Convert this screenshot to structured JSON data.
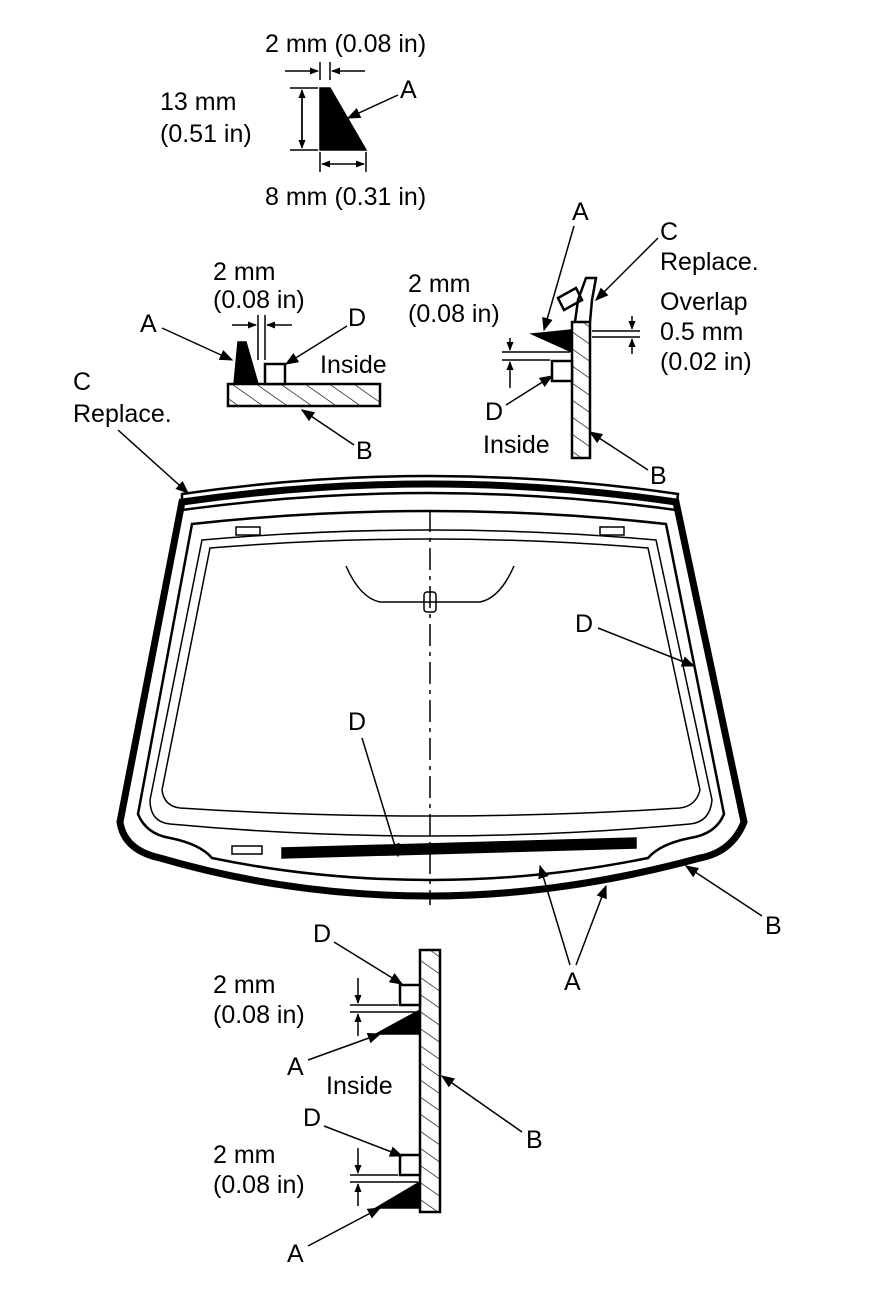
{
  "top_profile": {
    "width_top": "2 mm (0.08 in)",
    "height_line1": "13 mm",
    "height_line2": "(0.51 in)",
    "width_bottom": "8 mm (0.31 in)",
    "label": "A"
  },
  "left_section": {
    "gap_line1": "2 mm",
    "gap_line2": "(0.08 in)",
    "label_a": "A",
    "label_d": "D",
    "inside": "Inside",
    "label_b": "B"
  },
  "molding_callout": {
    "label": "C",
    "note": "Replace."
  },
  "right_section": {
    "label_a": "A",
    "label_c": "C",
    "note_c": "Replace.",
    "gap_line1": "2 mm",
    "gap_line2": "(0.08 in)",
    "overlap_line1": "Overlap",
    "overlap_line2": "0.5 mm",
    "overlap_line3": "(0.02 in)",
    "label_d": "D",
    "inside": "Inside",
    "label_b": "B"
  },
  "windshield": {
    "label_d_right": "D",
    "label_d_bottom": "D",
    "label_b": "B",
    "label_a": "A"
  },
  "bottom_section": {
    "label_d1": "D",
    "gap1_line1": "2 mm",
    "gap1_line2": "(0.08 in)",
    "label_a1": "A",
    "inside": "Inside",
    "label_b": "B",
    "label_d2": "D",
    "gap2_line1": "2 mm",
    "gap2_line2": "(0.08 in)",
    "label_a2": "A"
  }
}
